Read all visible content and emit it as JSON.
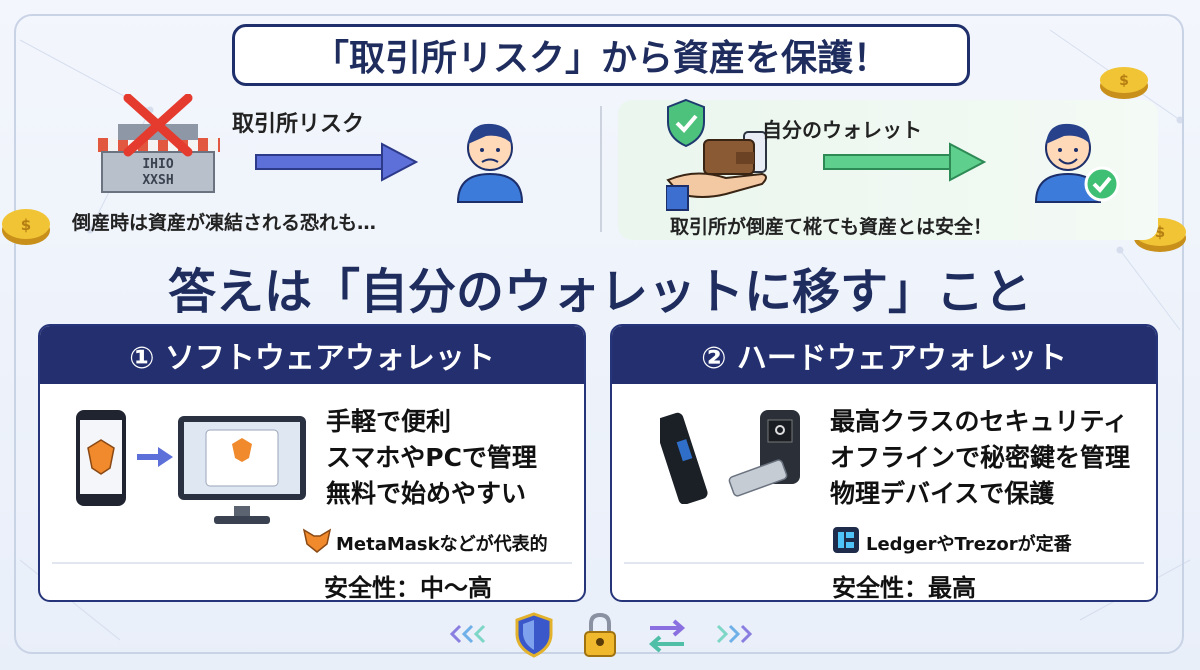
{
  "title": "「取引所リスク」から資産を保護！",
  "left": {
    "label": "取引所リスク",
    "caption": "倒産時は資産が凍結される恐れも…",
    "shop_sign_top": "IHIO",
    "shop_sign_bottom": "XXSH"
  },
  "right": {
    "label": "自分のウォレット",
    "caption": "取引所が倒産て椛ても資産とは安全！"
  },
  "answer": "答えは「自分のウォレットに移す」こと",
  "software": {
    "heading": "① ソフトウェアウォレット",
    "features": [
      "手軽で便利",
      "スマホやPCで管理",
      "無料で始めやすい"
    ],
    "brand": "MetaMaskなどが代表的",
    "safety": "安全性：中〜高"
  },
  "hardware": {
    "heading": "② ハードウェアウォレット",
    "features": [
      "最高クラスのセキュリティ",
      "オフラインで秘密鍵を管理",
      "物理デバイスで保護"
    ],
    "brand": "LedgerやTrezorが定番",
    "safety": "安全性：最高"
  },
  "colors": {
    "navy": "#232f6e",
    "accent_blue": "#4a5fd0",
    "green": "#3fbf73",
    "gold": "#e8b628"
  }
}
